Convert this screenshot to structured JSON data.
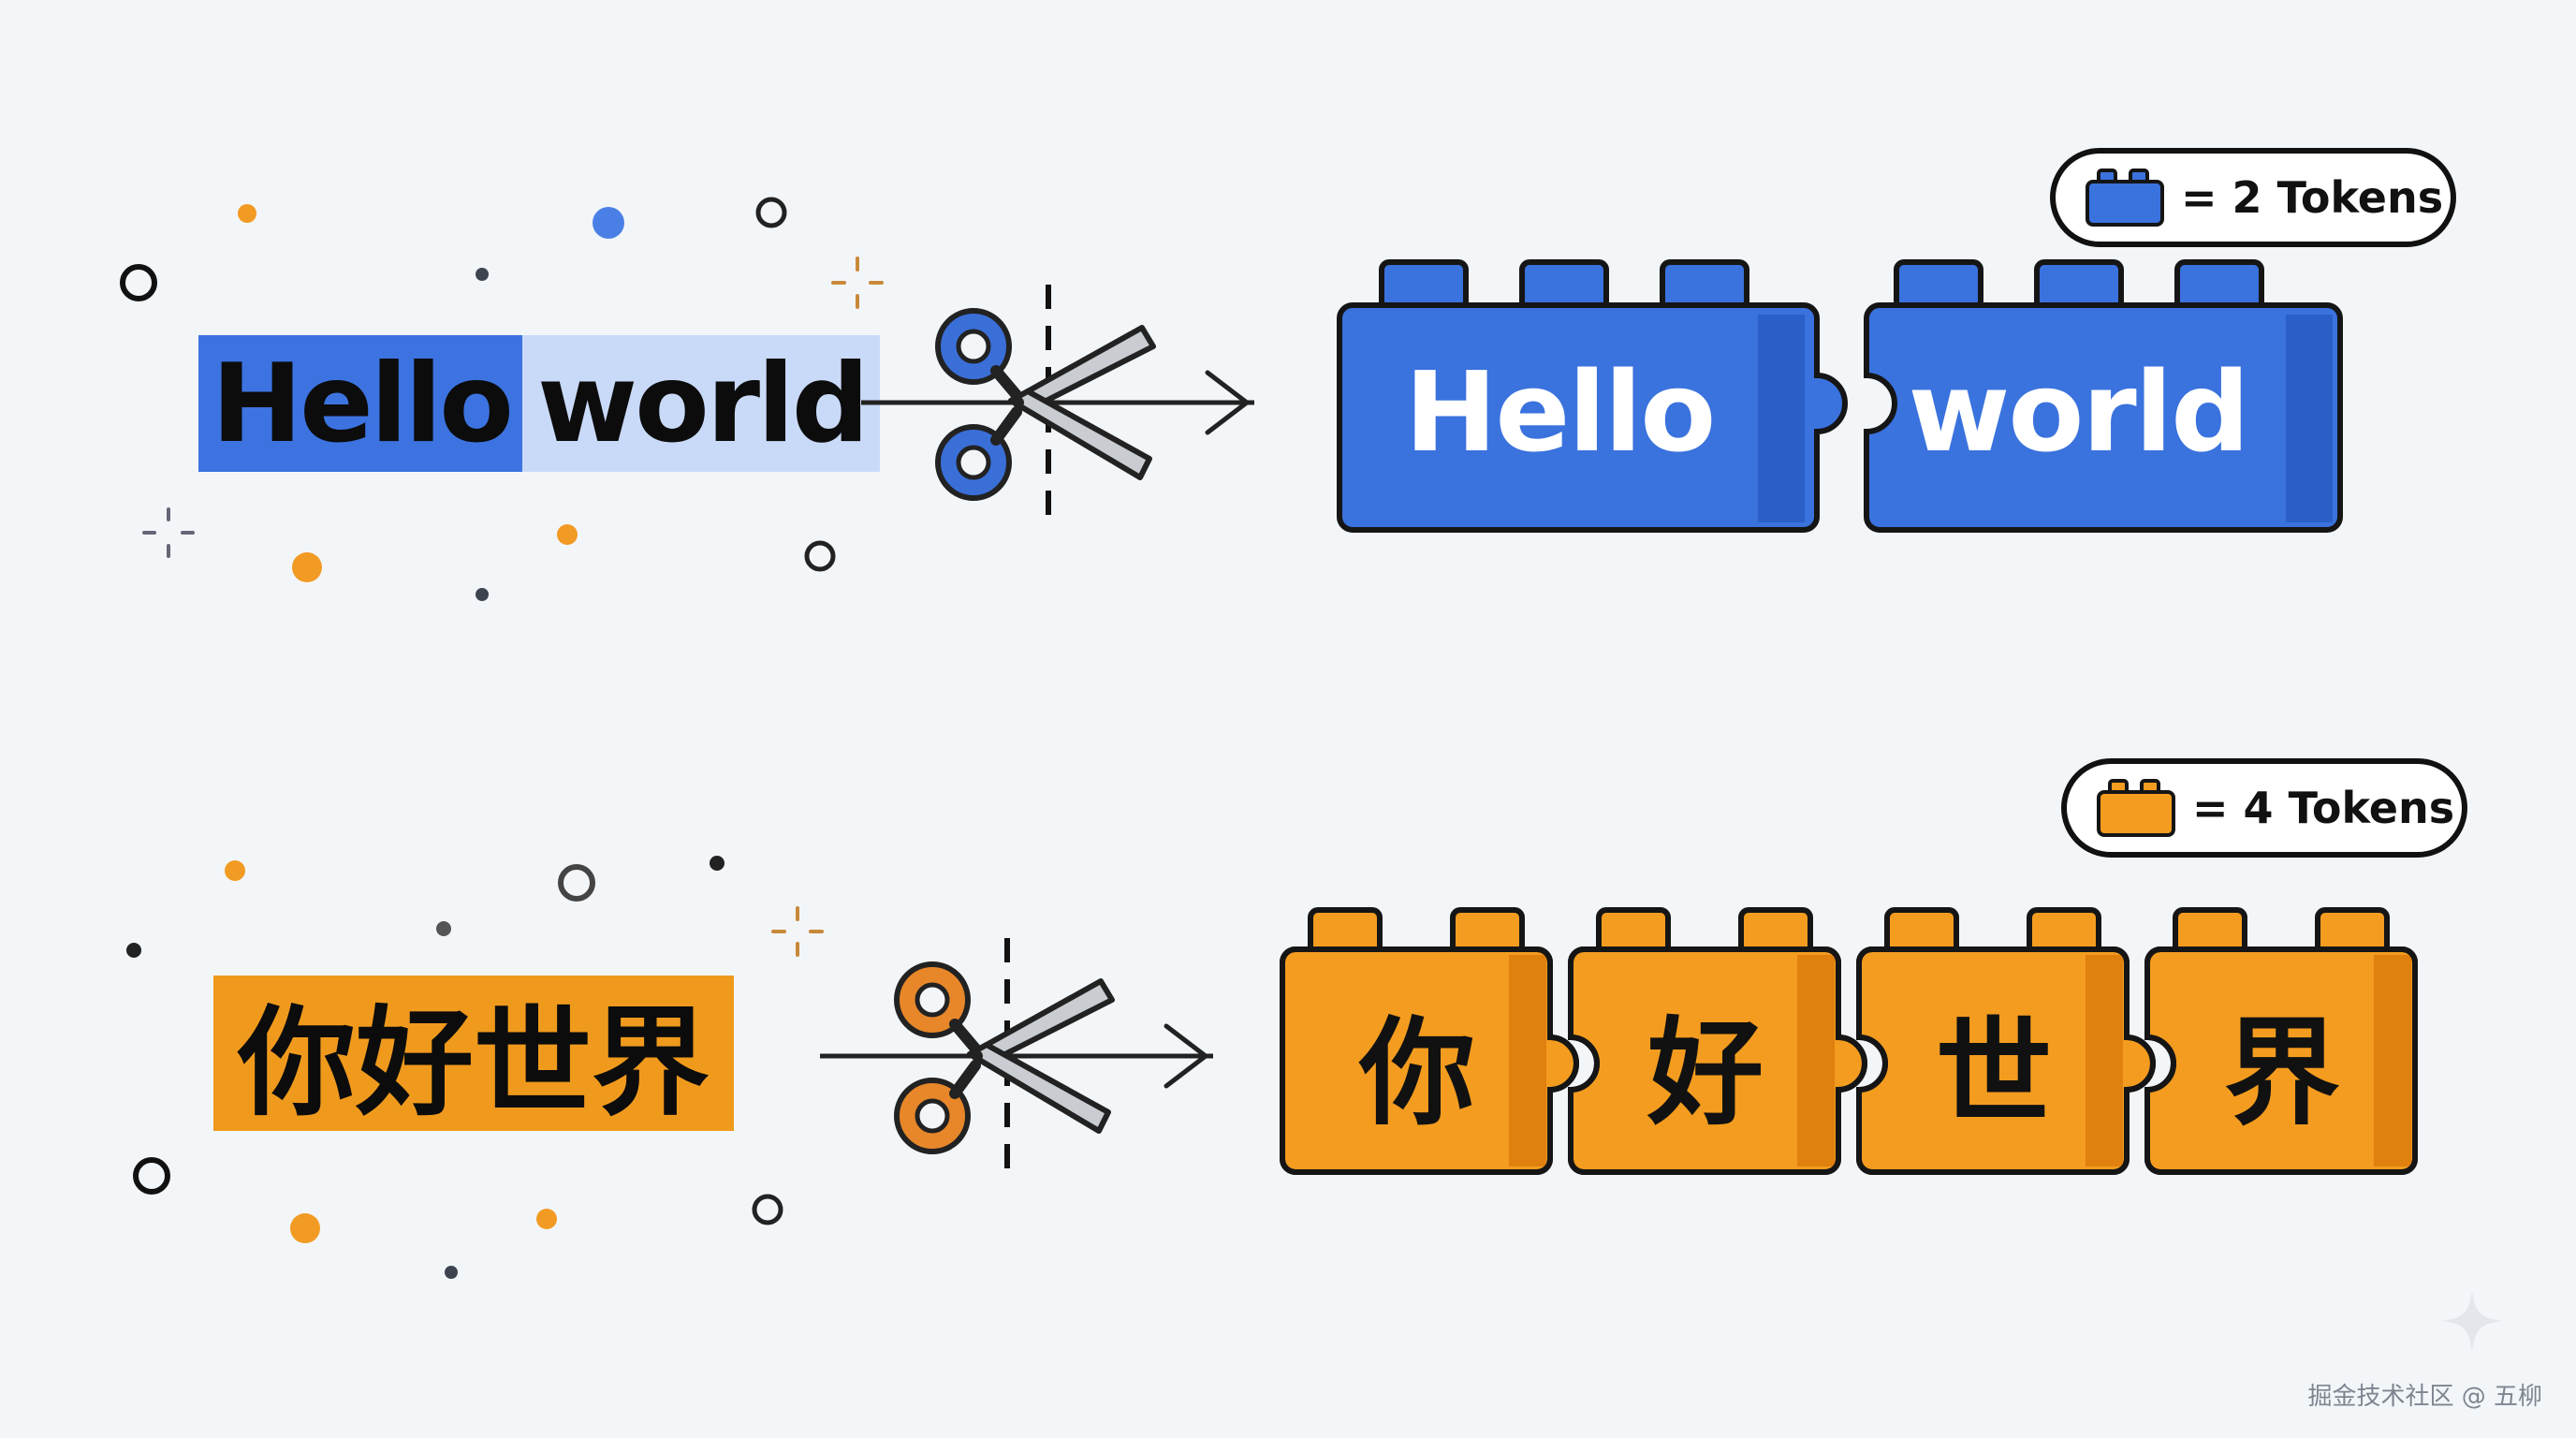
{
  "rows": [
    {
      "id": "english",
      "source_tokens": [
        "Hello",
        "world"
      ],
      "tokens": [
        "Hello",
        "world"
      ],
      "legend_text": "= 2 Tokens",
      "colors": {
        "token_fill": "#3a72de",
        "token_shade": "#2a5fc7",
        "highlight_dark": "#3c73e0",
        "highlight_light": "#c9daf8",
        "scissor": "#3a6fd8"
      }
    },
    {
      "id": "chinese",
      "source_text": "你好世界",
      "tokens": [
        "你",
        "好",
        "世",
        "界"
      ],
      "legend_text": "= 4 Tokens",
      "colors": {
        "token_fill": "#f39c1f",
        "token_shade": "#e0800e",
        "highlight": "#f09a1d",
        "scissor": "#e8872a"
      }
    }
  ],
  "icons": [
    "scissors-icon",
    "arrow-right-icon",
    "brick-icon",
    "sparkle-icon"
  ],
  "watermark": "掘金技术社区 @ 五柳"
}
